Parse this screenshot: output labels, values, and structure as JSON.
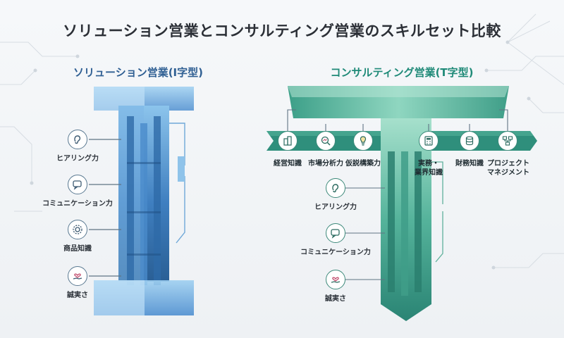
{
  "title": "ソリューション営業とコンサルティング営業のスキルセット比較",
  "left": {
    "heading": "ソリューション営業(I字型)",
    "skills": [
      {
        "label": "ヒアリング力",
        "icon": "ear-icon"
      },
      {
        "label": "コミュニケーション力",
        "icon": "speech-bubble-icon"
      },
      {
        "label": "商品知識",
        "icon": "gear-icon"
      },
      {
        "label": "誠実さ",
        "icon": "handshake-heart-icon"
      }
    ]
  },
  "right": {
    "heading": "コンサルティング営業(T字型)",
    "wide_skills": [
      {
        "label": "経営知識",
        "icon": "building-icon"
      },
      {
        "label": "市場分析力",
        "icon": "magnifier-chart-icon"
      },
      {
        "label": "仮説構築力",
        "icon": "lightbulb-icon"
      },
      {
        "label": "実務・\n業界知識",
        "icon": "calculator-icon"
      },
      {
        "label": "財務知識",
        "icon": "coins-icon"
      },
      {
        "label": "プロジェクト\nマネジメント",
        "icon": "flowchart-icon"
      }
    ],
    "deep_skills": [
      {
        "label": "ヒアリング力",
        "icon": "ear-icon"
      },
      {
        "label": "コミュニケーション力",
        "icon": "speech-bubble-icon"
      },
      {
        "label": "誠実さ",
        "icon": "handshake-heart-icon"
      }
    ]
  },
  "colors": {
    "left_light": "#a9d2ef",
    "left_mid": "#5c9bd6",
    "left_dark": "#2a5f95",
    "right_light": "#8fd3c0",
    "right_mid": "#45a790",
    "right_dark": "#247a6b",
    "line": "#5f7384"
  }
}
